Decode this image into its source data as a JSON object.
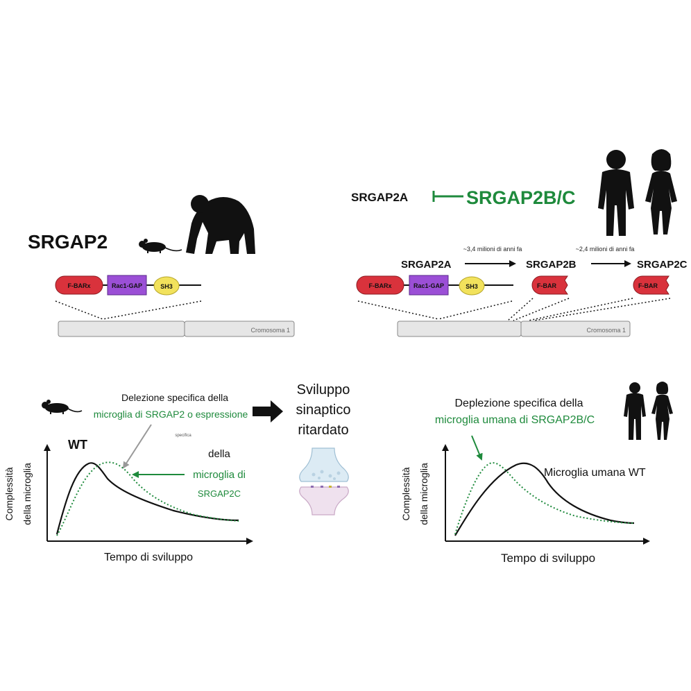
{
  "colors": {
    "black": "#111111",
    "green": "#1e8a3c",
    "red": "#d9323c",
    "purple": "#9b4fd6",
    "yellow": "#f2e25c",
    "gray": "#999999",
    "chrom_fill": "#e6e6e6"
  },
  "top_left": {
    "title": "SRGAP2",
    "domains": [
      "F-BARx",
      "Rac1-GAP",
      "SH3"
    ],
    "chromosome_label": "Cromosoma 1",
    "icons": [
      "mouse-icon",
      "chimpanzee-icon"
    ]
  },
  "top_right": {
    "inhibition": {
      "left": "SRGAP2A",
      "right": "SRGAP2B/C"
    },
    "gene_a": "SRGAP2A",
    "gene_b": "SRGAP2B",
    "gene_c": "SRGAP2C",
    "time_ab": "~3,4 milioni di anni fa",
    "time_bc": "~2,4 milioni di anni fa",
    "domains_a": [
      "F-BARx",
      "Rac1-GAP",
      "SH3"
    ],
    "domain_b": "F-BAR",
    "domain_c": "F-BAR",
    "chromosome_label": "Cromosoma 1",
    "icons": [
      "man-silhouette-icon",
      "woman-silhouette-icon"
    ]
  },
  "bottom_left": {
    "annotation_line1": "Delezione specifica della",
    "annotation_line2": "microglia di SRGAP2 o espressione",
    "annotation_small": "specifica",
    "annotation_line3": "della",
    "annotation_line4": "microglia di",
    "annotation_line5": "SRGAP2C",
    "wt_label": "WT",
    "ylabel_line1": "Complessità",
    "ylabel_line2": "della microglia",
    "xlabel": "Tempo di sviluppo"
  },
  "center": {
    "line1": "Sviluppo",
    "line2": "sinaptico",
    "line3": "ritardato",
    "icon": "synapse-icon"
  },
  "bottom_right": {
    "annotation_line1": "Deplezione specifica della",
    "annotation_line2": "microglia umana di SRGAP2B/C",
    "wt_label": "Microglia umana WT",
    "ylabel_line1": "Complessità",
    "ylabel_line2": "della microglia",
    "xlabel": "Tempo di sviluppo"
  }
}
